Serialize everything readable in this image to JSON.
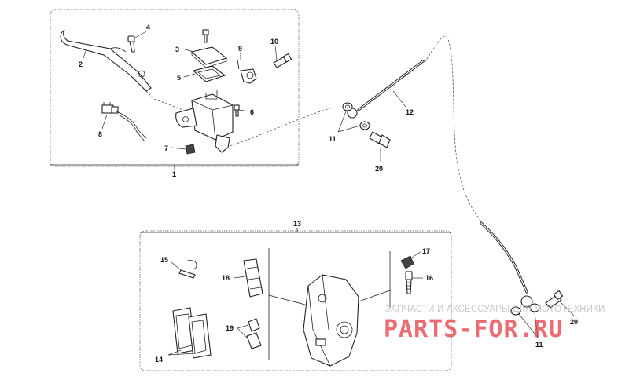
{
  "labels": {
    "l1": "1",
    "l2": "2",
    "l3": "3",
    "l4": "4",
    "l5": "5",
    "l6": "6",
    "l7": "7",
    "l8": "8",
    "l9": "9",
    "l10": "10",
    "l11a": "11",
    "l11b": "11",
    "l12": "12",
    "l13": "13",
    "l14": "14",
    "l15": "15",
    "l16": "16",
    "l17": "17",
    "l18": "18",
    "l19": "19",
    "l20a": "20",
    "l20b": "20"
  },
  "watermark": {
    "tagline": "ЗАПЧАСТИ И АКСЕССУАРЫ ДЛЯ МОТОТЕХНИКИ",
    "brand": "PARTS-FOR.RU"
  }
}
